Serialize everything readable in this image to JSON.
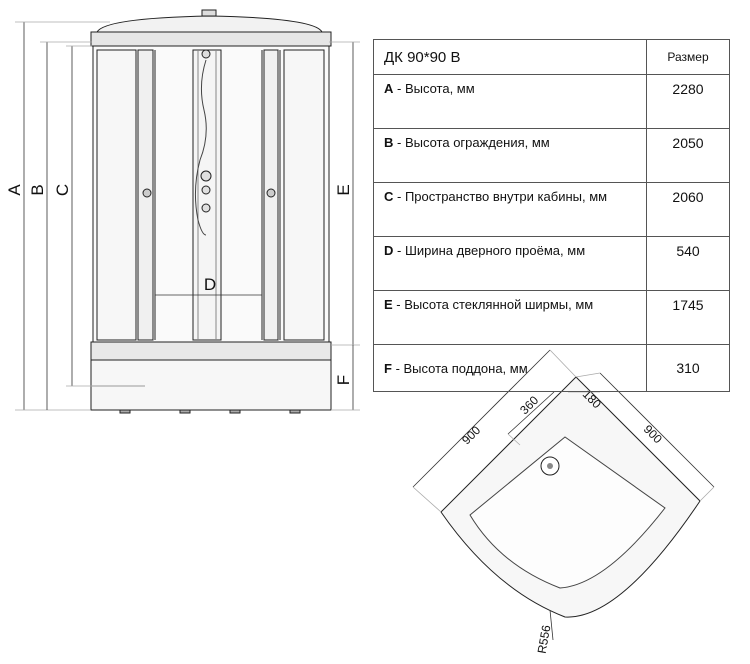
{
  "table": {
    "title": "ДК 90*90 В",
    "size_header": "Размер",
    "rows": [
      {
        "letter": "A",
        "label": " - Высота, мм",
        "value": "2280"
      },
      {
        "letter": "B",
        "label": " - Высота ограждения, мм",
        "value": "2050"
      },
      {
        "letter": "C",
        "label": " - Пространство внутри кабины, мм",
        "value": "2060"
      },
      {
        "letter": "D",
        "label": " - Ширина дверного проёма, мм",
        "value": "540"
      },
      {
        "letter": "E",
        "label": " - Высота стеклянной ширмы, мм",
        "value": "1745"
      },
      {
        "letter": "F",
        "label": " - Высота поддона, мм",
        "value": "310"
      }
    ]
  },
  "front_view": {
    "dim_labels": {
      "a": "A",
      "b": "B",
      "c": "C",
      "d": "D",
      "e": "E",
      "f": "F"
    }
  },
  "top_view": {
    "dim_labels": {
      "left": "900",
      "right": "900",
      "inner": "360",
      "corner": "180",
      "radius": "R556"
    }
  }
}
